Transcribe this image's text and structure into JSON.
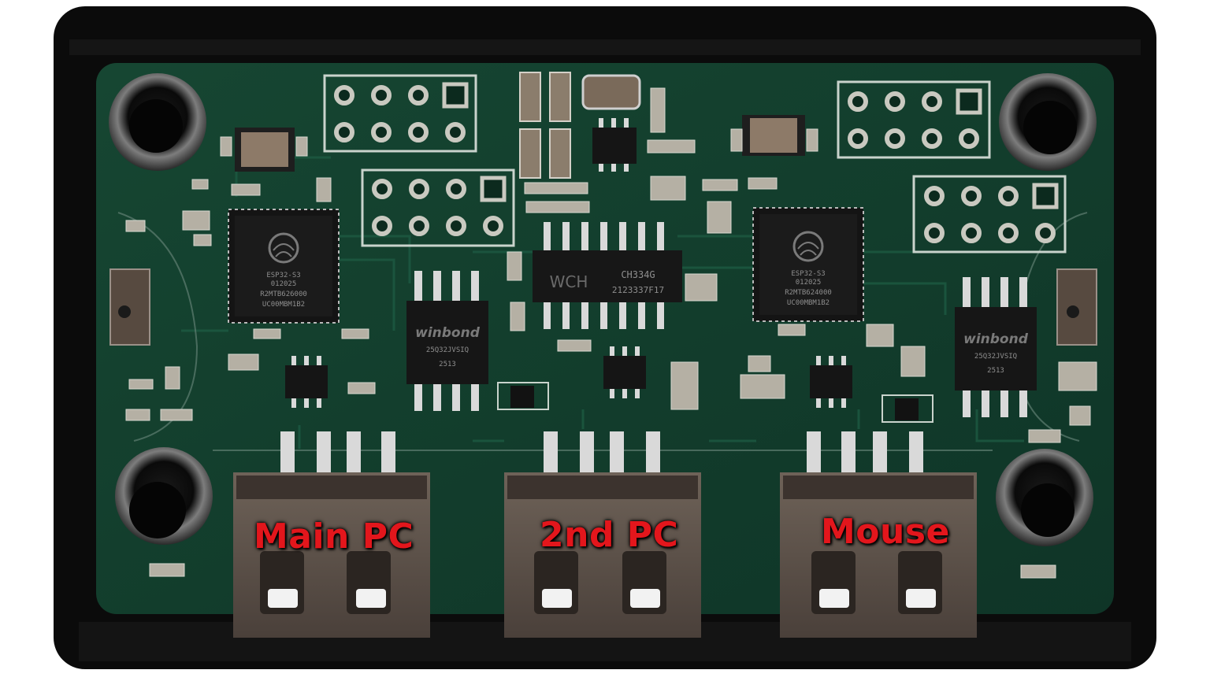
{
  "ports": [
    {
      "label": "Main PC"
    },
    {
      "label": "2nd PC"
    },
    {
      "label": "Mouse"
    }
  ],
  "chips": {
    "mcu_left": {
      "line1": "ESP32-S3",
      "line2": "012025",
      "line3": "R2MTB626000",
      "line4": "UC00MBM1B2"
    },
    "mcu_right": {
      "line1": "ESP32-S3",
      "line2": "012025",
      "line3": "R2MTB624000",
      "line4": "UC00MBM1B2"
    },
    "flash_left": {
      "brand": "winbond",
      "line1": "25Q32JVSIQ",
      "line2": "2513"
    },
    "flash_right": {
      "brand": "winbond",
      "line1": "25Q32JVSIQ",
      "line2": "2513"
    },
    "bridge": {
      "brand": "WCH",
      "line1": "CH334G",
      "line2": "2123337F17"
    }
  },
  "colors": {
    "pcb": "#123d2c",
    "enclosure": "#0b0b0b",
    "label": "#e3161c"
  }
}
